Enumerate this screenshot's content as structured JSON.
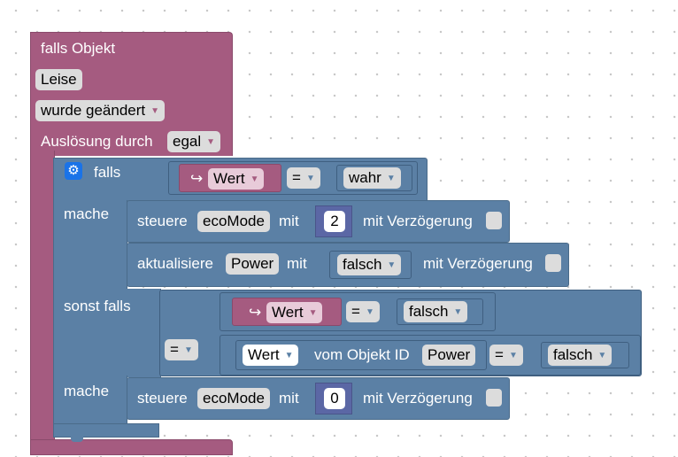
{
  "event_block": {
    "title": "falls Objekt",
    "object_name": "Leise",
    "trigger_option": "wurde geändert",
    "triggered_by_label": "Auslösung durch",
    "triggered_by_value": "egal"
  },
  "if_block": {
    "if_label": "falls",
    "do_label": "mache",
    "else_if_label": "sonst falls",
    "do_label_2": "mache",
    "cond1": {
      "getter_icon": "↪",
      "getter_label": "Wert",
      "operator": "=",
      "value": "wahr"
    },
    "do1": [
      {
        "verb": "steuere",
        "target": "ecoMode",
        "mit": "mit",
        "value": "2",
        "delay": "mit Verzögerung"
      },
      {
        "verb": "aktualisiere",
        "target": "Power",
        "mit": "mit",
        "value": "falsch",
        "delay": "mit Verzögerung"
      }
    ],
    "cond2": {
      "outer_operator": "=",
      "left": {
        "getter_icon": "↪",
        "getter_label": "Wert",
        "operator": "=",
        "value": "falsch"
      },
      "right": {
        "prop": "Wert",
        "of_object": "vom Objekt ID",
        "object": "Power",
        "operator": "=",
        "value": "falsch"
      }
    },
    "do2": {
      "verb": "steuere",
      "target": "ecoMode",
      "mit": "mit",
      "value": "0",
      "delay": "mit Verzögerung"
    }
  },
  "icons": {
    "gear": "gear-icon",
    "dropdown": "dropdown-arrow-icon",
    "getter": "return-arrow-icon"
  },
  "colors": {
    "event": "#a55b80",
    "control": "#5b80a5",
    "math": "#5b67a5",
    "accent": "#1a73e8"
  }
}
